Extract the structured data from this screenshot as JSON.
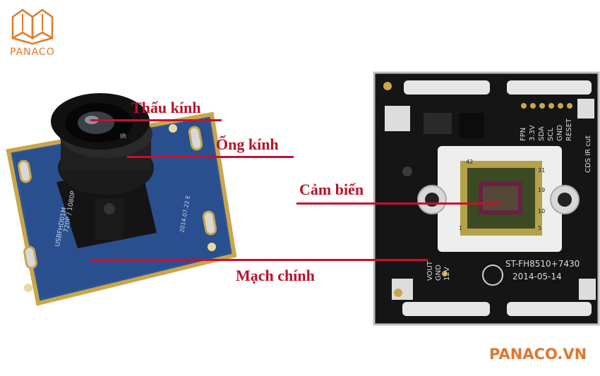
{
  "branding": {
    "logo_text": "PANACO",
    "site": "PANACO.VN",
    "accent": "#e07a2a"
  },
  "labels": {
    "lens": "Thấu kính",
    "lens_tube": "Ống kính",
    "sensor": "Cảm biến",
    "main_board": "Mạch chính"
  },
  "left_board": {
    "model": "720P / 1080P",
    "part": "USBFHD01M",
    "date": "2014.07.22 E",
    "ir": "IR"
  },
  "right_board": {
    "pins_top": [
      "FPN",
      "3.3V",
      "SDA",
      "SCL",
      "GND",
      "RESET"
    ],
    "side": "CDS  IR cut",
    "model": "ST-FH8510+7430",
    "date": "2014-05-14",
    "pins_bottom": [
      "VOUT",
      "GND",
      "12V"
    ],
    "chip_pin_labels": [
      "42",
      "1",
      "31",
      "19",
      "10",
      "5"
    ]
  },
  "colors": {
    "label_text": "#b5132b",
    "pointer_line": "#c8102e",
    "left_pcb": "#2a4f8f",
    "right_pcb": "#151515"
  }
}
